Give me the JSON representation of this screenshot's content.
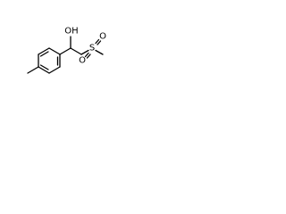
{
  "molecule": {
    "atoms": {
      "oh_label": "OH",
      "s_label": "S",
      "o_top_label": "O",
      "o_bottom_label": "O"
    }
  }
}
